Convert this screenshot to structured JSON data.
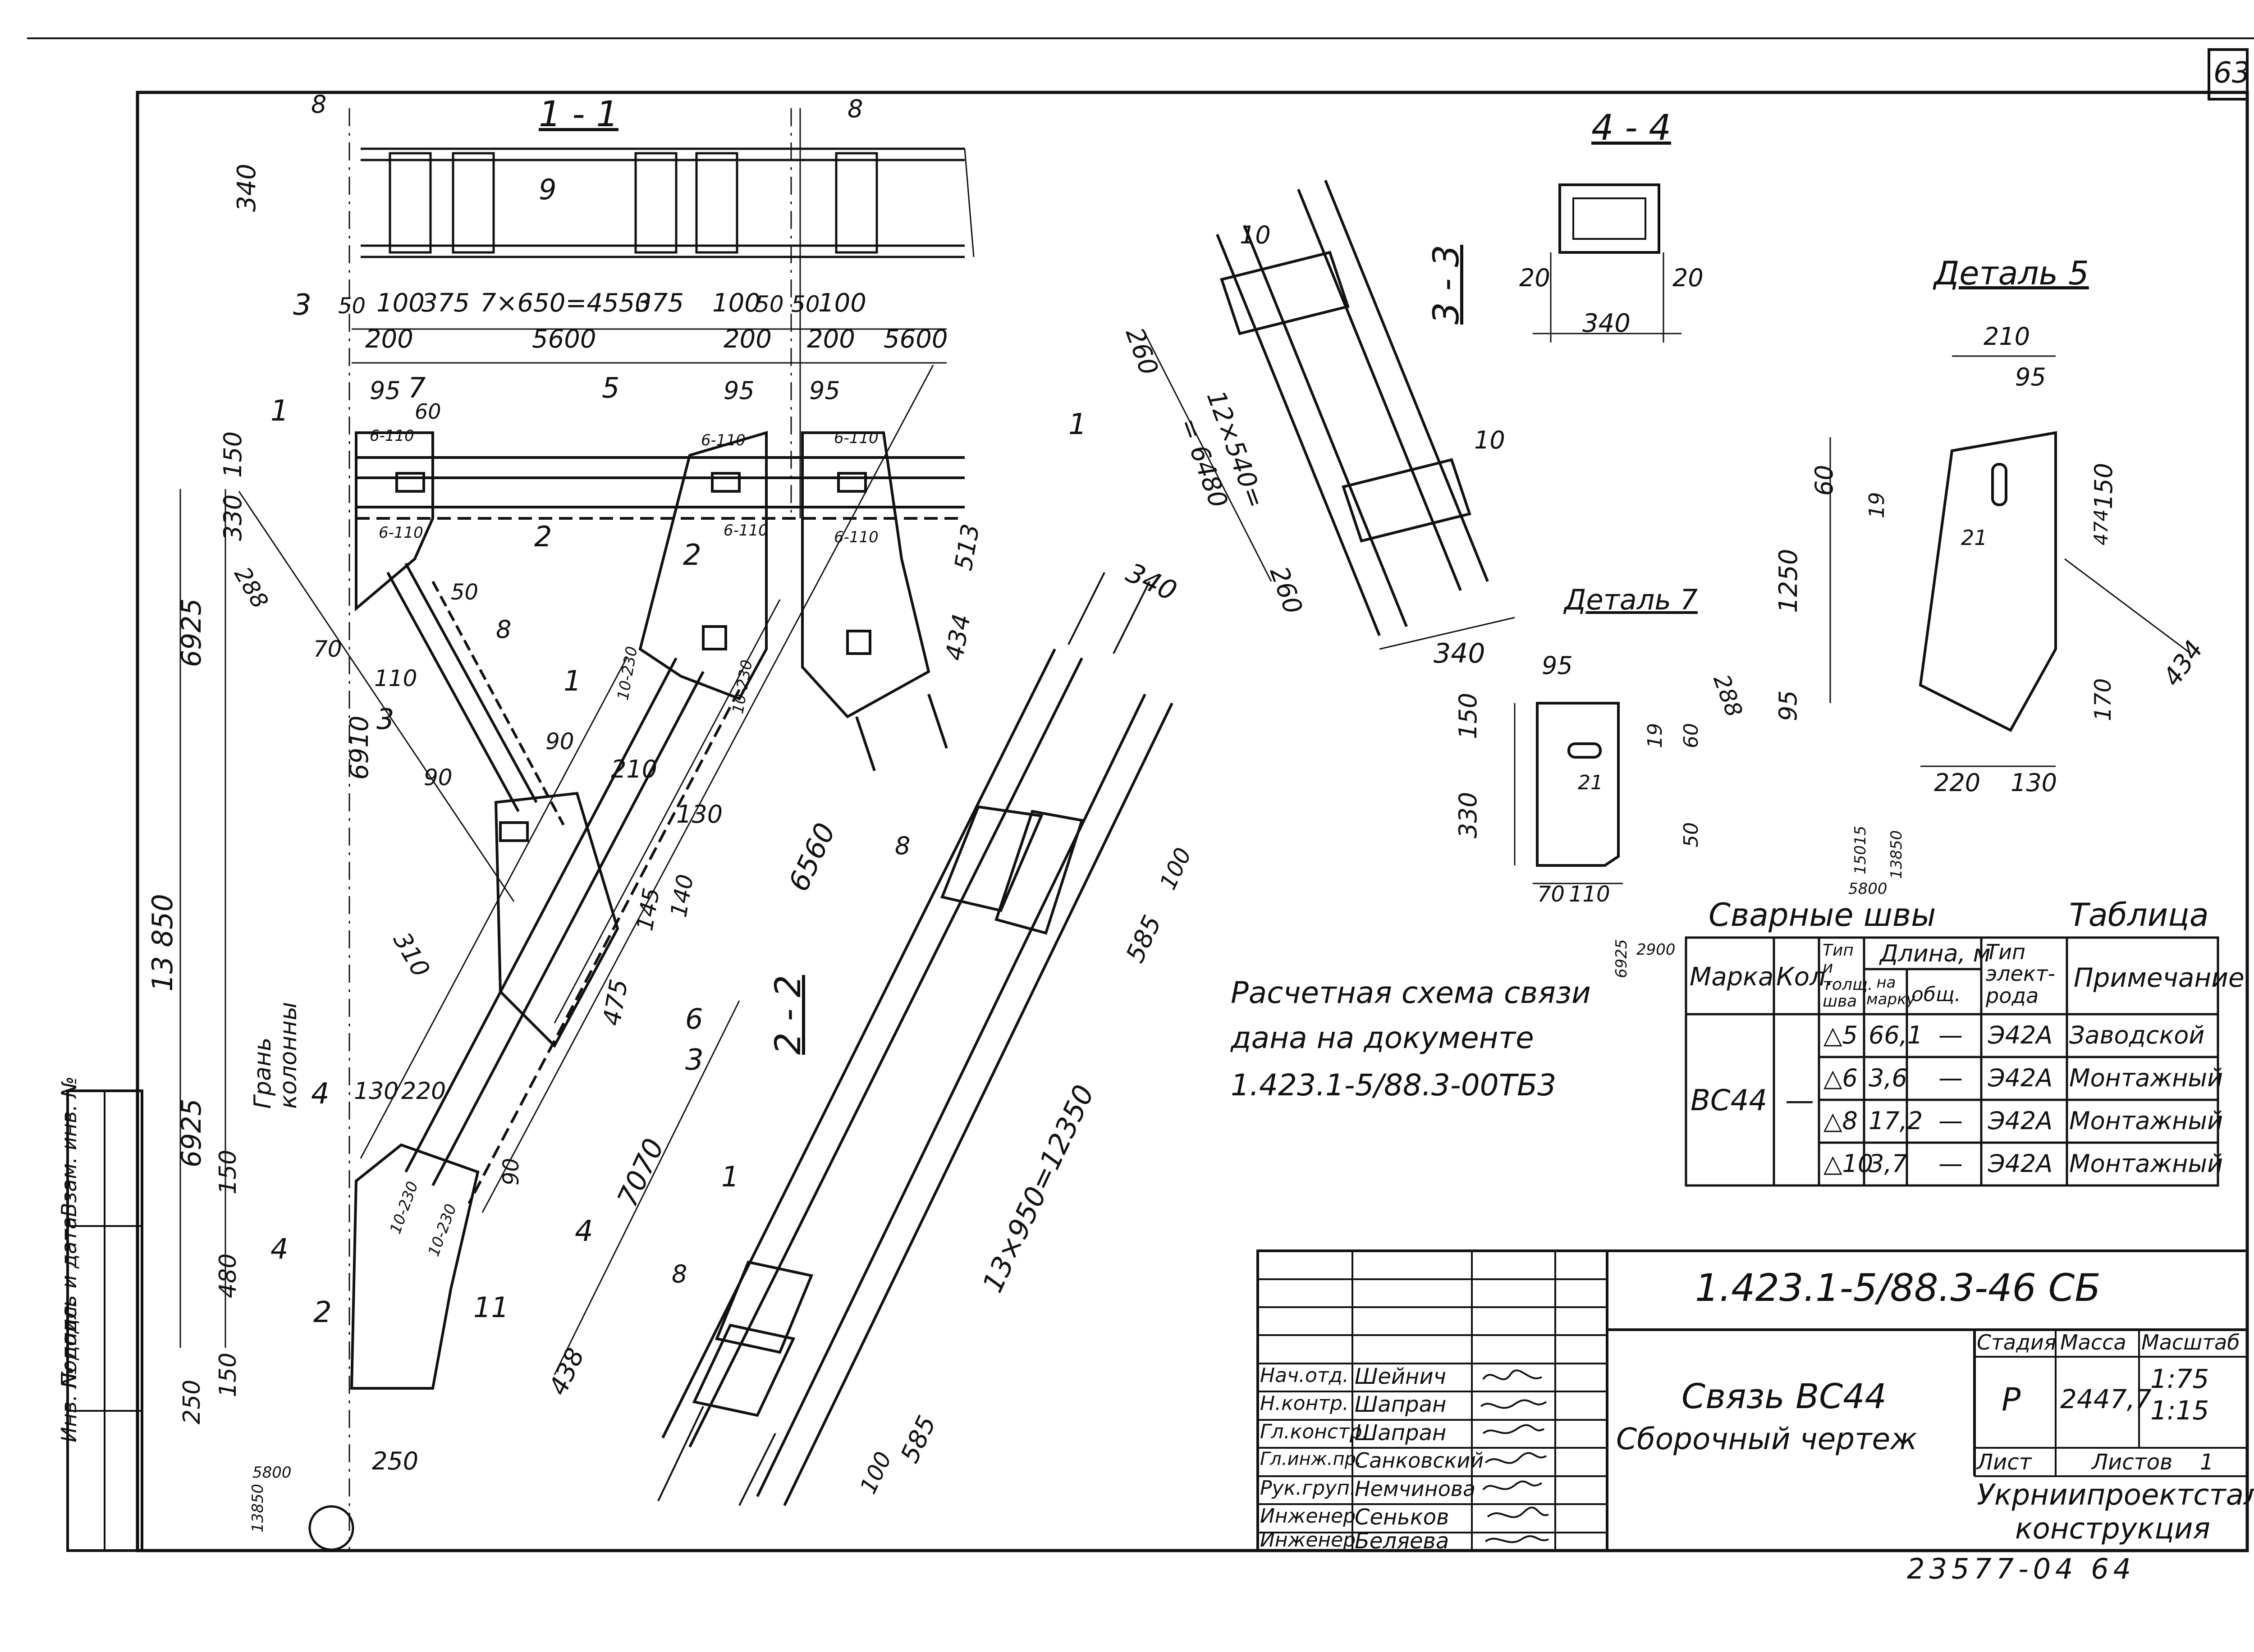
{
  "sheet": {
    "page_number": "63",
    "archive_number": "23577-04  64"
  },
  "side_strip": {
    "inv_original": "Инв. № подл.",
    "signature_date": "Подпись и дата",
    "replaced_inv": "Взам. инв. №"
  },
  "sections": {
    "s11": "1 - 1",
    "s44": "4 - 4",
    "s33": "3 - 3",
    "s22": "2 - 2",
    "detail5": "Деталь 5",
    "detail7": "Деталь 7"
  },
  "dims_top": {
    "d340": "340",
    "row1": [
      "50",
      "100",
      "375",
      "7×650=4550",
      "375",
      "100",
      "50",
      "50",
      "100"
    ],
    "row2": [
      "200",
      "5600",
      "200",
      "200",
      "5600"
    ],
    "cut1": "1",
    "cut3": "3"
  },
  "dims_main": {
    "d95a": "95",
    "d95b": "95",
    "d95c": "95",
    "d150": "150",
    "d330": "330",
    "d60": "60",
    "d288": "288",
    "d50": "50",
    "d70": "70",
    "d110": "110",
    "d6925a": "6925",
    "d6925b": "6925",
    "d13850": "13 850",
    "d6910": "6910",
    "d90a": "90",
    "d90b": "90",
    "d210": "210",
    "d130a": "130",
    "d145": "145",
    "d140": "140",
    "d310": "310",
    "d475": "475",
    "d513": "513",
    "d434": "434",
    "d6560": "6560",
    "d7070": "7070",
    "d438": "438",
    "d130b": "130",
    "d220": "220",
    "d90c": "90",
    "d150b": "150",
    "d480": "480",
    "d250a": "250",
    "d150c": "150",
    "d250b": "250",
    "d5800": "5800",
    "d13850b": "13850",
    "d10230a": "10-230",
    "d10230b": "10-230",
    "d10230c": "10-230",
    "d10230d": "10-230",
    "d6110a": "6-110",
    "d6110b": "6-110",
    "d6110c": "6-110",
    "d6110d": "6-110",
    "d6110e": "6-110",
    "d6110f": "6-110",
    "face_label": "Грань колонны"
  },
  "positions": {
    "p1a": "1",
    "p1b": "1",
    "p2": "2",
    "p3": "3",
    "p4": "4",
    "p5": "5",
    "p6": "6",
    "p7": "7",
    "p8a": "8",
    "p8b": "8",
    "p8c": "8",
    "p8d": "8",
    "p8e": "8",
    "p9": "9",
    "p10a": "10",
    "p10b": "10",
    "p11": "11",
    "cut2": "2",
    "cut3b": "3",
    "cut4a": "4",
    "cut4b": "4",
    "cut2b": "2",
    "cut1b": "1"
  },
  "section_views": {
    "s33_d260a": "260",
    "s33_d260b": "260",
    "s33_mid": "12×540=",
    "s33_total": "= 6480",
    "s33_d340": "340",
    "s44_d20a": "20",
    "s44_d20b": "20",
    "s44_d340": "340",
    "s22_d340": "340",
    "s22_d585a": "585",
    "s22_d100a": "100",
    "s22_mid": "13×950=12350",
    "s22_d585b": "585",
    "s22_d100b": "100"
  },
  "detail5_dims": {
    "d210": "210",
    "d95": "95",
    "d60": "60",
    "d150": "150",
    "d19": "19",
    "d21": "21",
    "d474": "474",
    "d1250": "1250",
    "d95b": "95",
    "d434": "434",
    "d170": "170",
    "d220": "220",
    "d130": "130",
    "d15015": "15015",
    "d13850": "13850",
    "d5800": "5800"
  },
  "detail7_dims": {
    "d95": "95",
    "d288": "288",
    "d150": "150",
    "d19": "19",
    "d60": "60",
    "d21": "21",
    "d330": "330",
    "d50": "50",
    "d70": "70",
    "d110": "110",
    "d2900": "2900",
    "d6925": "6925"
  },
  "note": {
    "line1": "Расчетная схема связи",
    "line2": "дана на документе",
    "line3": "1.423.1-5/88.3-00ТБ3"
  },
  "weld_table": {
    "title": "Сварные швы",
    "tag": "Таблица",
    "headers": {
      "mark": "Марка",
      "qty": "Кол.",
      "type": "Тип и толщ. шва",
      "length": "Длина, м",
      "per_mark": "на марку",
      "total": "общ.",
      "electrode": "Тип элект- рода",
      "note": "Примечание"
    },
    "mark": "ВС44",
    "qty": "—",
    "rows": [
      {
        "type": "△5",
        "len": "66,1",
        "tot": "—",
        "el": "Э42А",
        "note": "Заводской"
      },
      {
        "type": "△6",
        "len": "3,6",
        "tot": "—",
        "el": "Э42А",
        "note": "Монтажный"
      },
      {
        "type": "△8",
        "len": "17,2",
        "tot": "—",
        "el": "Э42А",
        "note": "Монтажный"
      },
      {
        "type": "△10",
        "len": "3,7",
        "tot": "—",
        "el": "Э42А",
        "note": "Монтажный"
      }
    ]
  },
  "title_block": {
    "doc_code": "1.423.1-5/88.3-46 СБ",
    "name_line1": "Связь ВС44",
    "name_line2": "Сборочный чертеж",
    "stage_h": "Стадия",
    "mass_h": "Масса",
    "scale_h": "Масштаб",
    "stage": "Р",
    "mass": "2447,7",
    "scale1": "1:75",
    "scale2": "1:15",
    "sheet_h": "Лист",
    "sheets_h": "Листов",
    "sheets": "1",
    "org_line1": "Укрниипроектсталь-",
    "org_line2": "конструкция",
    "people": [
      {
        "role": "Нач.отд.",
        "name": "Шейнич"
      },
      {
        "role": "Н.контр.",
        "name": "Шапран"
      },
      {
        "role": "Гл.констр.",
        "name": "Шапран"
      },
      {
        "role": "Гл.инж.пр.",
        "name": "Санковский"
      },
      {
        "role": "Рук.груп.",
        "name": "Немчинова"
      },
      {
        "role": "Инженер",
        "name": "Сеньков"
      },
      {
        "role": "Инженер",
        "name": "Беляева"
      }
    ]
  }
}
